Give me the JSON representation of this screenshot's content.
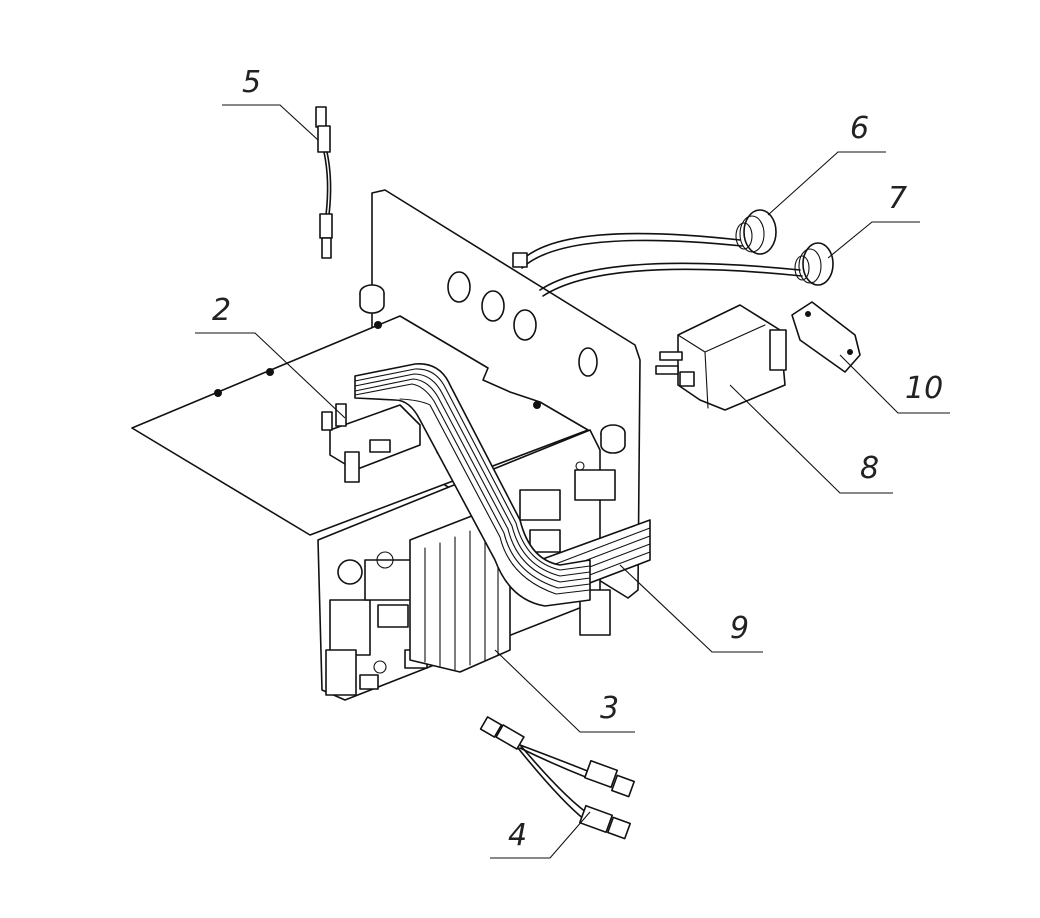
{
  "callouts": [
    {
      "id": "c2",
      "label": "2"
    },
    {
      "id": "c3",
      "label": "3"
    },
    {
      "id": "c4",
      "label": "4"
    },
    {
      "id": "c5",
      "label": "5"
    },
    {
      "id": "c6",
      "label": "6"
    },
    {
      "id": "c7",
      "label": "7"
    },
    {
      "id": "c8",
      "label": "8"
    },
    {
      "id": "c9",
      "label": "9"
    },
    {
      "id": "c10",
      "label": "10"
    }
  ]
}
